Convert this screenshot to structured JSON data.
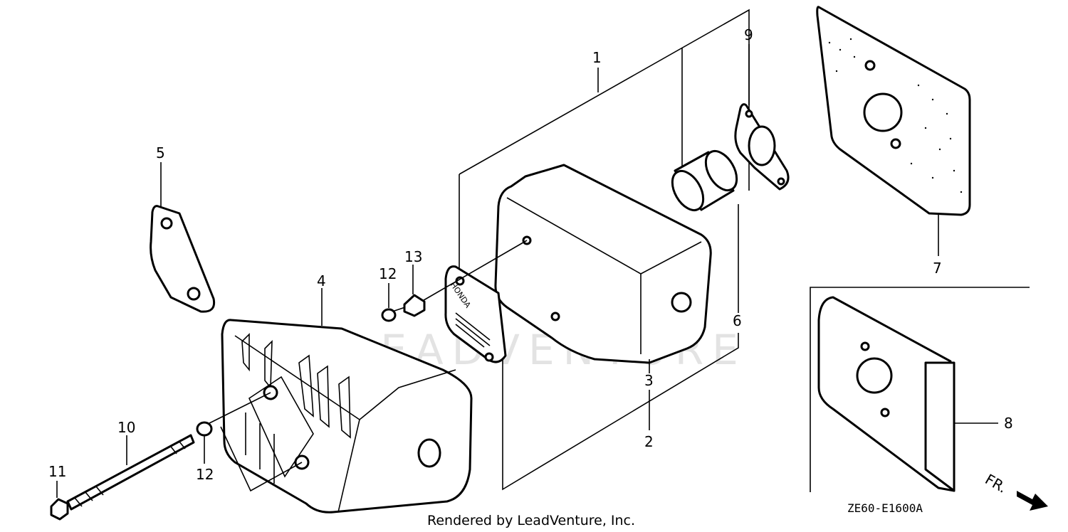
{
  "diagram": {
    "callouts": [
      "1",
      "2",
      "3",
      "4",
      "5",
      "6",
      "7",
      "8",
      "9",
      "10",
      "11",
      "12",
      "12",
      "13"
    ],
    "diagram_code": "ZE60-E1600A",
    "direction_marker": "FR.",
    "footer": "Rendered by LeadVenture, Inc.",
    "watermark": "LEADVENTURE",
    "embossed_brand": "HONDA"
  }
}
